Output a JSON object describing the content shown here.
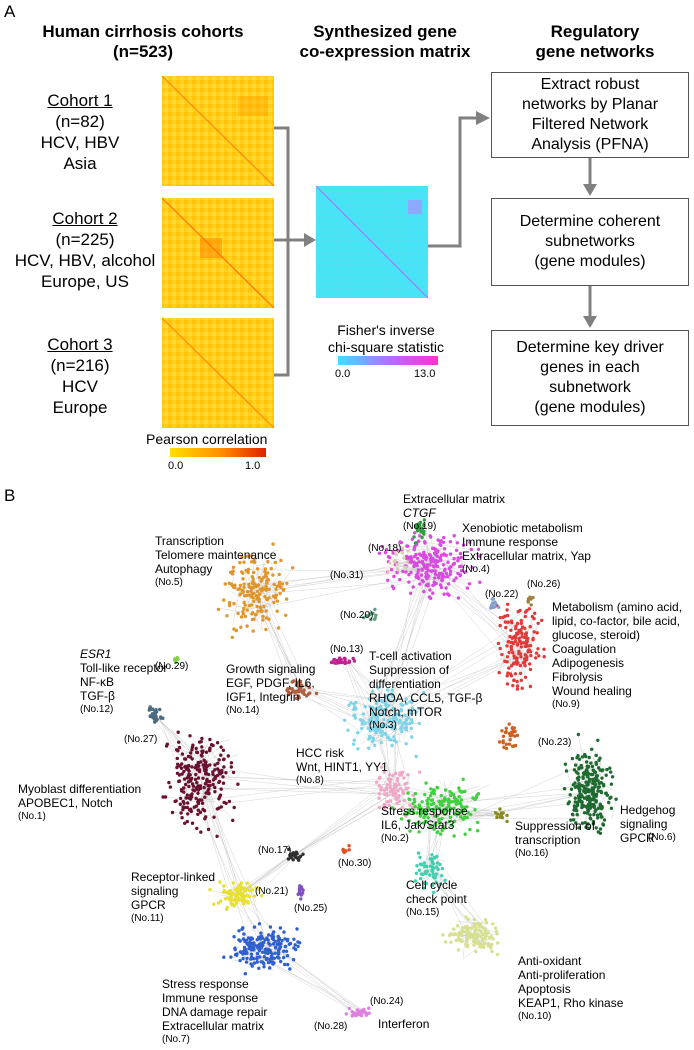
{
  "panel_a": {
    "letter": "A",
    "headers": {
      "cohorts": [
        "Human cirrhosis cohorts",
        "(n=523)"
      ],
      "matrix": [
        "Synthesized gene",
        "co-expression matrix"
      ],
      "networks": [
        "Regulatory",
        "gene networks"
      ]
    },
    "cohorts": [
      {
        "name": "Cohort 1",
        "n": "(n=82)",
        "etiology": "HCV, HBV",
        "region": "Asia"
      },
      {
        "name": "Cohort 2",
        "n": "(n=225)",
        "etiology": "HCV, HBV, alcohol",
        "region": "Europe, US"
      },
      {
        "name": "Cohort 3",
        "n": "(n=216)",
        "etiology": "HCV",
        "region": "Europe"
      }
    ],
    "pearson": {
      "label": "Pearson correlation",
      "min": "0.0",
      "max": "1.0",
      "colors": [
        "#ffe000",
        "#ff6a00",
        "#e02000"
      ]
    },
    "fisher": {
      "label": [
        "Fisher's inverse",
        "chi-square statistic"
      ],
      "min": "0.0",
      "max": "13.0",
      "colors": [
        "#40e0ff",
        "#b070ff",
        "#ff30d0"
      ]
    },
    "steps": [
      [
        "Extract robust",
        "networks by Planar",
        "Filtered Network",
        "Analysis (PFNA)"
      ],
      [
        "Determine coherent",
        "subnetworks",
        "(gene modules)"
      ],
      [
        "Determine key driver",
        "genes in each",
        "subnetwork",
        "(gene modules)"
      ]
    ]
  },
  "panel_b": {
    "letter": "B",
    "modules": [
      {
        "id": "m19",
        "lines": [
          "Extracellular matrix",
          "CTGF"
        ],
        "tag": "(No.19)",
        "color": "#2e9e3e"
      },
      {
        "id": "m4",
        "lines": [
          "Xenobiotic metabolism",
          "Immune response",
          "Extracellular matrix, Yap"
        ],
        "tag": "(No.4)",
        "color": "#d94be0"
      },
      {
        "id": "m5",
        "lines": [
          "Transcription",
          "Telomere maintenance",
          "Autophagy"
        ],
        "tag": "(No.5)",
        "color": "#e0962a"
      },
      {
        "id": "m9",
        "lines": [
          "Metabolism (amino acid,",
          "lipid, co-factor, bile acid,",
          "glucose, steroid)",
          "Coagulation",
          "Adipogenesis",
          "Fibrolysis",
          "Wound healing"
        ],
        "tag": "(No.9)",
        "color": "#e23a3a"
      },
      {
        "id": "m12",
        "lines": [
          "ESR1",
          "Toll-like receptor",
          "NF-κB",
          "TGF-β"
        ],
        "tag": "(No.12)",
        "color": "#4a6a80"
      },
      {
        "id": "m14",
        "lines": [
          "Growth signaling",
          "EGF, PDGF, IL6,",
          "IGF1, Integrin"
        ],
        "tag": "(No.14)",
        "color": "#b06040"
      },
      {
        "id": "m3",
        "lines": [
          "T-cell activation",
          "Suppression of",
          "differentiation",
          "RHOA, CCL5, TGF-β",
          "Notch, mTOR"
        ],
        "tag": "(No.3)",
        "color": "#7fd4ea"
      },
      {
        "id": "m8",
        "lines": [
          "HCC risk",
          "Wnt, HINT1, YY1"
        ],
        "tag": "(No.8)",
        "color": "#f0a8c8"
      },
      {
        "id": "m1",
        "lines": [
          "Myoblast differentiation",
          "APOBEC1, Notch"
        ],
        "tag": "(No.1)",
        "color": "#6a1030"
      },
      {
        "id": "m2",
        "lines": [
          "Stress response",
          "IL6, Jak/Stat3"
        ],
        "tag": "(No.2)",
        "color": "#40d040"
      },
      {
        "id": "m16",
        "lines": [
          "Suppression of",
          "transcription"
        ],
        "tag": "(No.16)",
        "color": "#8a8a20"
      },
      {
        "id": "m6",
        "lines": [
          "Hedgehog",
          "signaling",
          "GPCR"
        ],
        "tag": "(No.6)",
        "color": "#1e6a30"
      },
      {
        "id": "m11",
        "lines": [
          "Receptor-linked",
          "signaling",
          "GPCR"
        ],
        "tag": "(No.11)",
        "color": "#e8e030"
      },
      {
        "id": "m15",
        "lines": [
          "Cell cycle",
          "check point"
        ],
        "tag": "(No.15)",
        "color": "#40d0b0"
      },
      {
        "id": "m10",
        "lines": [
          "Anti-oxidant",
          "Anti-proliferation",
          "Apoptosis",
          "KEAP1, Rho kinase"
        ],
        "tag": "(No.10)",
        "color": "#d8e090"
      },
      {
        "id": "m7",
        "lines": [
          "Stress response",
          "Immune response",
          "DNA damage repair",
          "Extracellular matrix"
        ],
        "tag": "(No.7)",
        "color": "#3060d0"
      },
      {
        "id": "m24",
        "lines": [],
        "tag": "(No.24)",
        "color": "#e080e0"
      },
      {
        "id": "m28",
        "lines": [],
        "tag": "(No.28)",
        "color": "#e080e0"
      },
      {
        "id": "interferon",
        "lines": [
          "Interferon"
        ],
        "tag": "",
        "color": "#e080e0"
      }
    ],
    "tags": [
      "(No.18)",
      "(No.31)",
      "(No.20)",
      "(No.22)",
      "(No.26)",
      "(No.13)",
      "(No.29)",
      "(No.27)",
      "(No.23)",
      "(No.17)",
      "(No.30)",
      "(No.21)",
      "(No.25)"
    ]
  }
}
